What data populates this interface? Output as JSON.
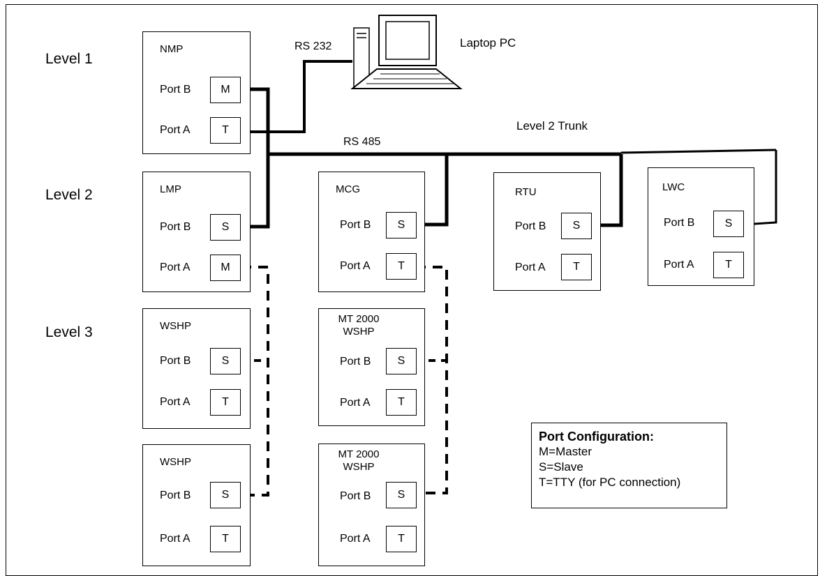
{
  "levels": [
    "Level 1",
    "Level 2",
    "Level 3"
  ],
  "labels": {
    "laptop_pc": "Laptop PC",
    "rs232": "RS 232",
    "rs485": "RS 485",
    "trunk": "Level 2 Trunk"
  },
  "devices": [
    {
      "name": "NMP",
      "port_b": "Port B",
      "port_b_mode": "M",
      "port_a": "Port A",
      "port_a_mode": "T"
    },
    {
      "name": "LMP",
      "port_b": "Port B",
      "port_b_mode": "S",
      "port_a": "Port A",
      "port_a_mode": "M"
    },
    {
      "name": "MCG",
      "port_b": "Port B",
      "port_b_mode": "S",
      "port_a": "Port A",
      "port_a_mode": "T"
    },
    {
      "name": "RTU",
      "port_b": "Port B",
      "port_b_mode": "S",
      "port_a": "Port A",
      "port_a_mode": "T"
    },
    {
      "name": "LWC",
      "port_b": "Port B",
      "port_b_mode": "S",
      "port_a": "Port A",
      "port_a_mode": "T"
    },
    {
      "name": "WSHP",
      "port_b": "Port B",
      "port_b_mode": "S",
      "port_a": "Port A",
      "port_a_mode": "T"
    },
    {
      "name": "MT 2000",
      "name2": "WSHP",
      "port_b": "Port B",
      "port_b_mode": "S",
      "port_a": "Port A",
      "port_a_mode": "T"
    },
    {
      "name": "WSHP",
      "port_b": "Port B",
      "port_b_mode": "S",
      "port_a": "Port A",
      "port_a_mode": "T"
    },
    {
      "name": "MT 2000",
      "name2": "WSHP",
      "port_b": "Port B",
      "port_b_mode": "S",
      "port_a": "Port A",
      "port_a_mode": "T"
    }
  ],
  "legend": {
    "title": "Port Configuration:",
    "items": [
      "M=Master",
      "S=Slave",
      "T=TTY (for PC connection)"
    ]
  }
}
